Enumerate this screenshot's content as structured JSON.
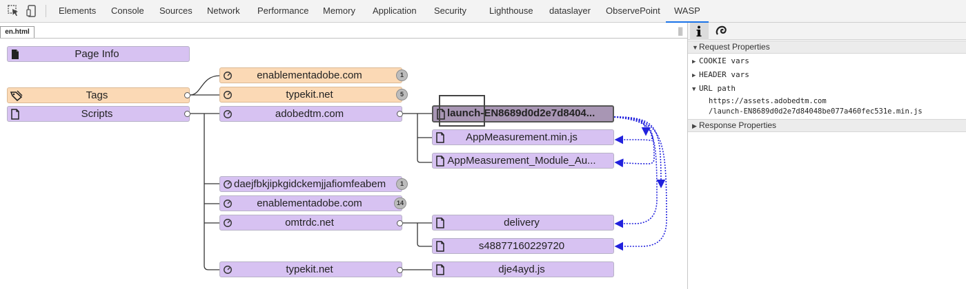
{
  "toolbar": {
    "tabs": [
      "Elements",
      "Console",
      "Sources",
      "Network",
      "Performance",
      "Memory",
      "Application",
      "Security",
      "Lighthouse",
      "dataslayer",
      "ObservePoint",
      "WASP"
    ],
    "active_tab": "WASP"
  },
  "file_tab": "en.html",
  "tree": {
    "roots": {
      "page_info": "Page Info",
      "tags": "Tags",
      "scripts": "Scripts"
    },
    "domains": {
      "enablement_tags": {
        "label": "enablementadobe.com",
        "count": "1"
      },
      "typekit_tags": {
        "label": "typekit.net",
        "count": "5"
      },
      "adobedtm": {
        "label": "adobedtm.com"
      },
      "daejf": {
        "label": "daejfbkjipkgidckemjjafiomfeabem",
        "count": "1"
      },
      "enablement_scripts": {
        "label": "enablementadobe.com",
        "count": "14"
      },
      "omtrdc": {
        "label": "omtrdc.net"
      },
      "typekit_scripts": {
        "label": "typekit.net"
      }
    },
    "files": {
      "launch": "launch-EN8689d0d2e7d8404...",
      "appmeasurement": "AppMeasurement.min.js",
      "appmeasurement_module": "AppMeasurement_Module_Au...",
      "delivery": "delivery",
      "s488": "s48877160229720",
      "dje4ayd": "dje4ayd.js"
    }
  },
  "panel": {
    "request_properties": "Request Properties",
    "cookie_vars": "COOKIE vars",
    "header_vars": "HEADER vars",
    "url_path": "URL path",
    "url_line1": "https://assets.adobedtm.com",
    "url_line2": "/launch-EN8689d0d2e7d84048be077a460fec531e.min.js",
    "response_properties": "Response Properties"
  },
  "colors": {
    "script_node": "#d7c2f2",
    "tag_node": "#fbd9b5",
    "selected_node": "#a896b4",
    "dependency_arrow": "#2222dd",
    "active_tab_underline": "#1a73e8"
  },
  "icons": {
    "inspect": "inspect-cursor-icon",
    "device": "device-toggle-icon",
    "info": "info-icon",
    "filter": "filter-icon",
    "document": "document-icon",
    "tag": "tag-icon",
    "gauge": "gauge-icon"
  }
}
